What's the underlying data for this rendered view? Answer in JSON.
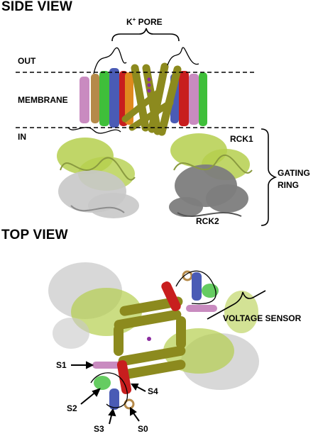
{
  "side_view": {
    "heading": "SIDE VIEW",
    "pore_label_main": "K",
    "pore_label_sup": "+",
    "pore_label_rest": " PORE",
    "out_label": "OUT",
    "membrane_label": "MEMBRANE",
    "in_label": "IN",
    "rck1_label": "RCK1",
    "rck2_label": "RCK2",
    "gating_label_line1": "GATING",
    "gating_label_line2": "RING"
  },
  "top_view": {
    "heading": "TOP VIEW",
    "voltage_sensor_label": "VOLTAGE SENSOR",
    "s0_label": "S0",
    "s1_label": "S1",
    "s2_label": "S2",
    "s3_label": "S3",
    "s4_label": "S4"
  },
  "colors": {
    "olive": "#8c8a1e",
    "lime": "#b5cf4e",
    "gray": "#7d7d7d",
    "light_gray": "#c8c8c8",
    "red": "#c81e1e",
    "blue": "#4a5bb5",
    "green": "#3fbf3a",
    "pink": "#c98bc0",
    "orange": "#e08a1e",
    "tan": "#b58a4a",
    "purple": "#8b2ca0"
  }
}
